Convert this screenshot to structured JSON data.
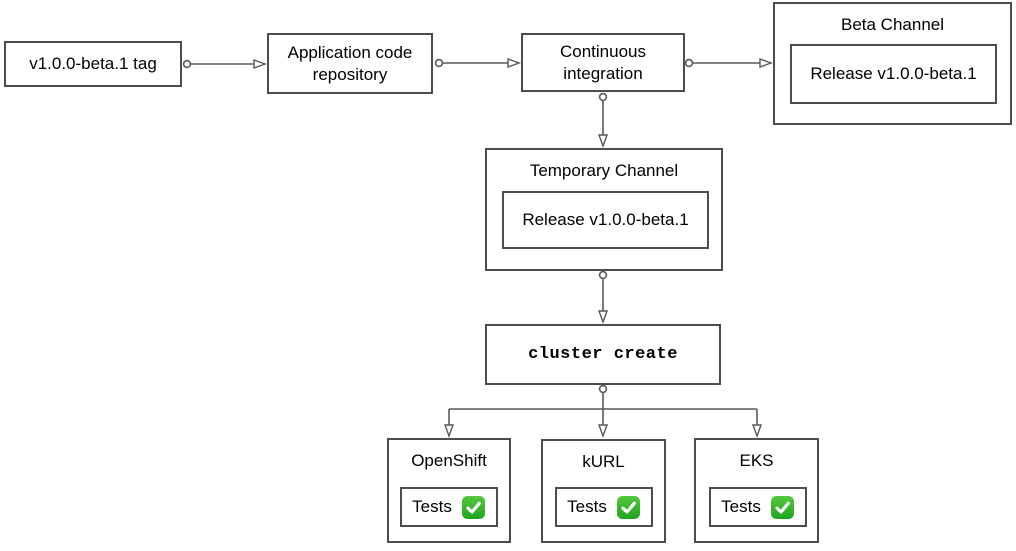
{
  "diagram": {
    "nodes": {
      "tag": {
        "label": "v1.0.0-beta.1 tag"
      },
      "app_repo": {
        "label": "Application code repository"
      },
      "ci": {
        "label": "Continuous integration"
      },
      "beta_channel": {
        "title": "Beta Channel",
        "release_label": "Release v1.0.0-beta.1"
      },
      "temporary_channel": {
        "title": "Temporary Channel",
        "release_label": "Release v1.0.0-beta.1"
      },
      "cluster_create": {
        "label": "cluster create"
      },
      "openshift": {
        "title": "OpenShift",
        "tests_label": "Tests",
        "tests_status": "passed"
      },
      "kurl": {
        "title": "kURL",
        "tests_label": "Tests",
        "tests_status": "passed"
      },
      "eks": {
        "title": "EKS",
        "tests_label": "Tests",
        "tests_status": "passed"
      }
    },
    "icons": {
      "tests_passed": "green-check-icon"
    },
    "colors": {
      "border": "#4d4d4d",
      "connector": "#595959",
      "text": "#000000",
      "bg": "#ffffff",
      "check_green_top": "#55c83e",
      "check_green_bottom": "#1fa41f",
      "check_mark": "#ffffff"
    }
  }
}
